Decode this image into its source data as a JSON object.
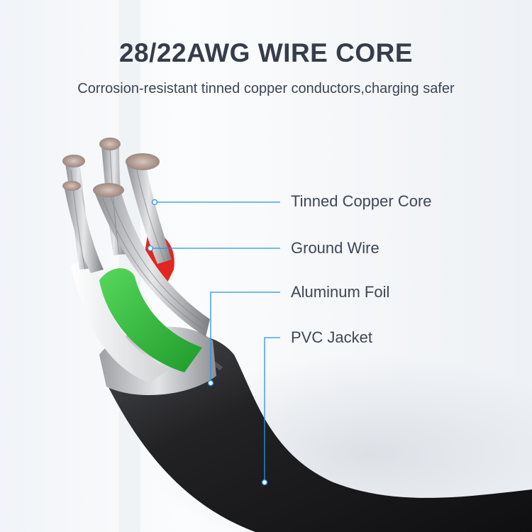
{
  "header": {
    "title": "28/22AWG WIRE CORE",
    "subtitle": "Corrosion-resistant tinned copper conductors,charging safer"
  },
  "callouts": [
    {
      "label": "Tinned Copper Core"
    },
    {
      "label": "Ground Wire"
    },
    {
      "label": "Aluminum Foil"
    },
    {
      "label": "PVC Jacket"
    }
  ],
  "colors": {
    "title": "#353d4a",
    "subtitle": "#3c4553",
    "label": "#3f4754",
    "accent_line": "#2d8ff0",
    "jacket": "#1d1d1f",
    "ground_insulation": "#2fbf3a",
    "red_insulation": "#e3261f",
    "white_insulation": "#ececec",
    "foil": "#c9cacc",
    "copper": "#b9a39a"
  }
}
